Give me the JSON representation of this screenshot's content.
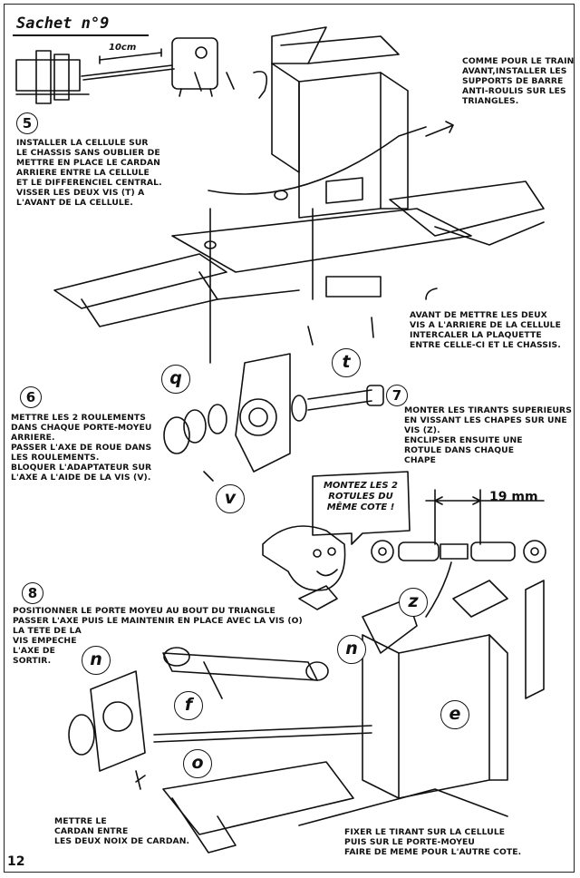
{
  "title": "Sachet n°9",
  "dim_10cm": "10cm",
  "dim_19mm": "19 mm",
  "step5": {
    "num": "5",
    "text": "INSTALLER LA CELLULE SUR\nLE CHASSIS SANS OUBLIER DE\nMETTRE EN PLACE LE CARDAN\nARRIERE ENTRE LA CELLULE\nET LE DIFFERENCIEL CENTRAL.\nVISSER LES DEUX VIS (t) A\nL'AVANT DE LA CELLULE."
  },
  "note_train": "COMME POUR LE TRAIN\nAVANT,INSTALLER LES\nSUPPORTS DE BARRE\nANTI-ROULIS SUR LES\nTRIANGLES.",
  "note_plaquette": "AVANT DE METTRE LES DEUX\nVIS A L'ARRIERE DE LA CELLULE\nINTERCALER LA PLAQUETTE\nENTRE CELLE-CI ET LE CHASSIS.",
  "step6": {
    "num": "6",
    "text": "METTRE LES 2 ROULEMENTS\nDANS CHAQUE PORTE-MOYEU\nARRIERE.\nPASSER L'AXE DE ROUE DANS\nLES ROULEMENTS.\nBLOQUER L'ADAPTATEUR SUR\nL'AXE A L'AIDE DE LA VIS (v)."
  },
  "step7": {
    "num": "7",
    "text": "MONTER LES TIRANTS SUPERIEURS\nEN VISSANT LES CHAPES SUR UNE\nVIS (z).\nENCLIPSER ENSUITE UNE\nROTULE DANS CHAQUE\nCHAPE"
  },
  "speech": "MONTEZ LES 2\nROTULES DU\nMÊME COTE !",
  "step8": {
    "num": "8",
    "text": "POSITIONNER LE PORTE MOYEU AU BOUT DU TRIANGLE\nPASSER L'AXE PUIS LE MAINTENIR EN PLACE AVEC LA VIS (o)",
    "text2": "LA TETE DE LA\nVIS EMPECHE\nL'AXE DE\nSORTIR."
  },
  "note_cardan": "METTRE LE\nCARDAN ENTRE\nLES DEUX NOIX DE CARDAN.",
  "note_tirant": "FIXER LE TIRANT SUR LA CELLULE\nPUIS SUR LE PORTE-MOYEU\nFAIRE DE MEME POUR L'AUTRE COTE.",
  "labels": {
    "t": "t",
    "q": "q",
    "v": "v",
    "z": "z",
    "n1": "n",
    "n2": "n",
    "f": "f",
    "e": "e",
    "o": "o"
  },
  "page_number": "12"
}
